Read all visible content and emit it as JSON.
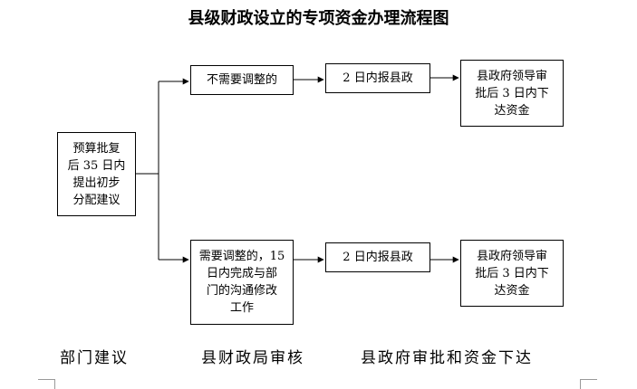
{
  "title": "县级财政设立的专项资金办理流程图",
  "start": {
    "lines": [
      "预算批复",
      "后 35 日内",
      "提出初步",
      "分配建议"
    ]
  },
  "branch_top": {
    "condition": "不需要调整的",
    "report": "2 日内报县政",
    "result": [
      "县政府领导审",
      "批后 3 日内下",
      "达资金"
    ]
  },
  "branch_bottom": {
    "condition": [
      "需要调整的，15",
      "日内完成与部",
      "门的沟通修改",
      "工作"
    ],
    "report": "2 日内报县政",
    "result": [
      "县政府领导审",
      "批后 3 日内下",
      "达资金"
    ]
  },
  "stages": [
    "部门建议",
    "县财政局审核",
    "县政府审批和资金下达"
  ]
}
